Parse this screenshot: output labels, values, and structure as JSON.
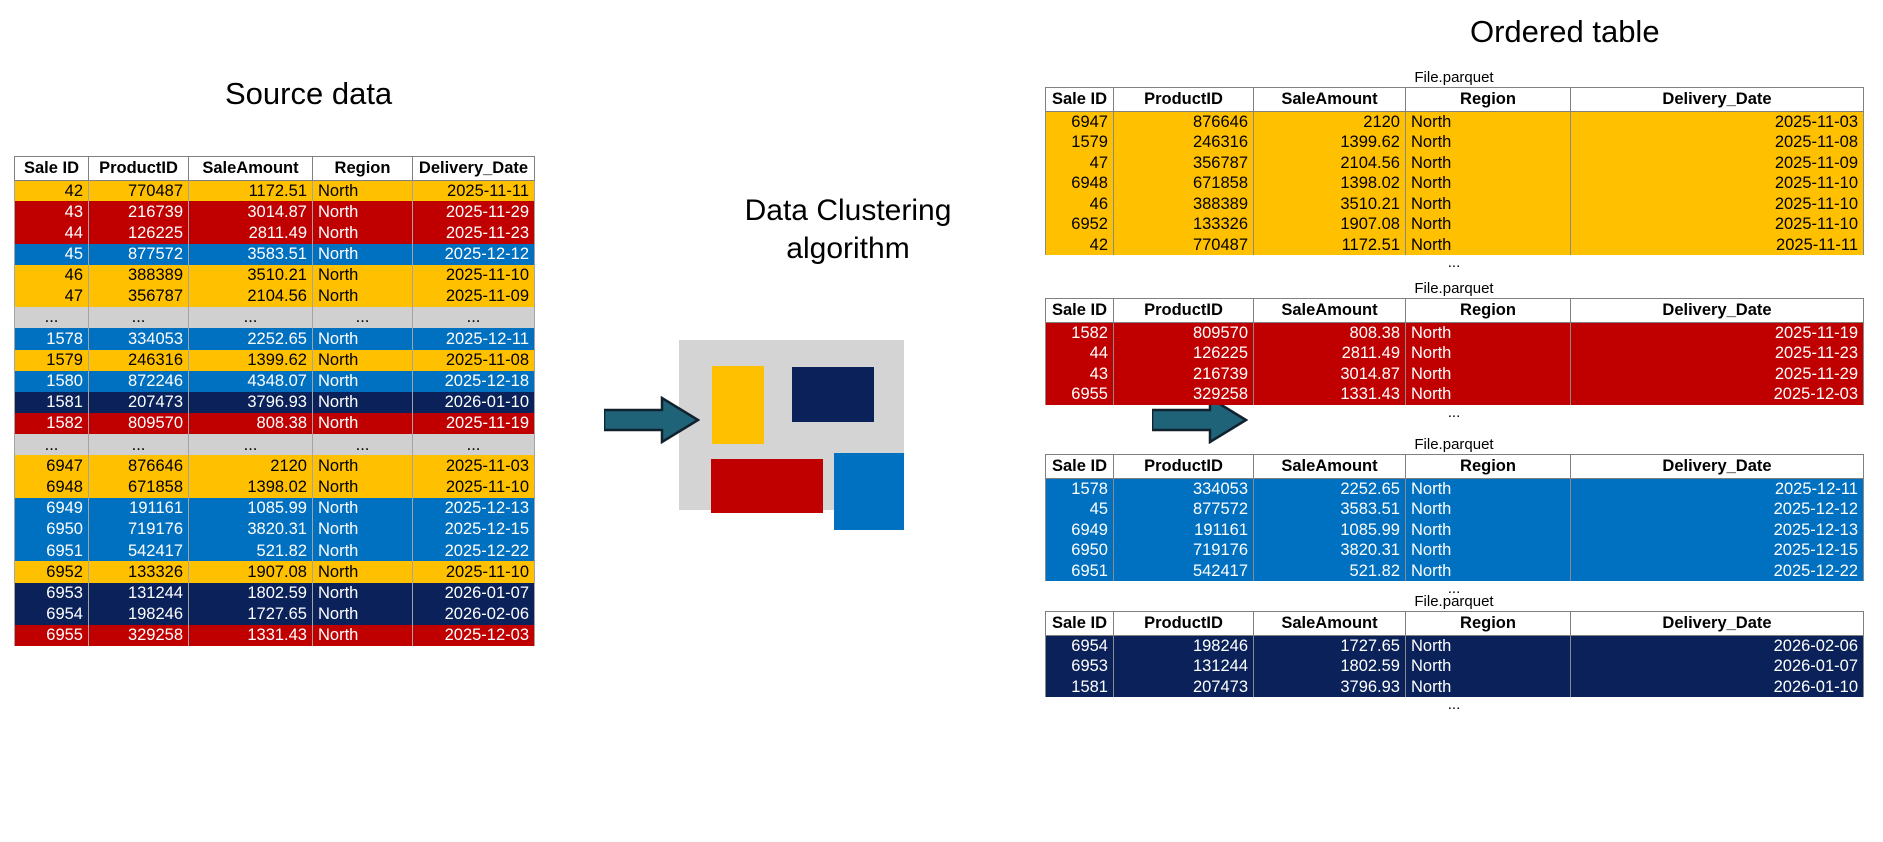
{
  "titles": {
    "source": "Source data",
    "ordered": "Ordered table"
  },
  "algorithm": {
    "label": "Data Clustering algorithm",
    "line1": "Data Clustering",
    "line2": "algorithm",
    "swatches": [
      {
        "name": "yellow",
        "color": "#FFC000"
      },
      {
        "name": "navy",
        "color": "#0A2159"
      },
      {
        "name": "red",
        "color": "#C00000"
      },
      {
        "name": "blue",
        "color": "#0070C0"
      }
    ],
    "box_color": "#D4D4D4",
    "arrow_color": "#1F6379"
  },
  "columns": [
    "Sale ID",
    "ProductID",
    "SaleAmount",
    "Region",
    "Delivery_Date"
  ],
  "ellipsis": "...",
  "file_label": "File.parquet",
  "source_table": {
    "rows": [
      {
        "color": "yellow",
        "cells": [
          "42",
          "770487",
          "1172.51",
          "North",
          "2025-11-11"
        ]
      },
      {
        "color": "red",
        "cells": [
          "43",
          "216739",
          "3014.87",
          "North",
          "2025-11-29"
        ]
      },
      {
        "color": "red",
        "cells": [
          "44",
          "126225",
          "2811.49",
          "North",
          "2025-11-23"
        ]
      },
      {
        "color": "blue",
        "cells": [
          "45",
          "877572",
          "3583.51",
          "North",
          "2025-12-12"
        ]
      },
      {
        "color": "yellow",
        "cells": [
          "46",
          "388389",
          "3510.21",
          "North",
          "2025-11-10"
        ]
      },
      {
        "color": "yellow",
        "cells": [
          "47",
          "356787",
          "2104.56",
          "North",
          "2025-11-09"
        ]
      },
      {
        "color": "gray",
        "cells": [
          "...",
          "...",
          "...",
          "...",
          "..."
        ]
      },
      {
        "color": "blue",
        "cells": [
          "1578",
          "334053",
          "2252.65",
          "North",
          "2025-12-11"
        ]
      },
      {
        "color": "yellow",
        "cells": [
          "1579",
          "246316",
          "1399.62",
          "North",
          "2025-11-08"
        ]
      },
      {
        "color": "blue",
        "cells": [
          "1580",
          "872246",
          "4348.07",
          "North",
          "2025-12-18"
        ]
      },
      {
        "color": "navy",
        "cells": [
          "1581",
          "207473",
          "3796.93",
          "North",
          "2026-01-10"
        ]
      },
      {
        "color": "red",
        "cells": [
          "1582",
          "809570",
          "808.38",
          "North",
          "2025-11-19"
        ]
      },
      {
        "color": "gray",
        "cells": [
          "...",
          "...",
          "...",
          "...",
          "..."
        ]
      },
      {
        "color": "yellow",
        "cells": [
          "6947",
          "876646",
          "2120",
          "North",
          "2025-11-03"
        ]
      },
      {
        "color": "yellow",
        "cells": [
          "6948",
          "671858",
          "1398.02",
          "North",
          "2025-11-10"
        ]
      },
      {
        "color": "blue",
        "cells": [
          "6949",
          "191161",
          "1085.99",
          "North",
          "2025-12-13"
        ]
      },
      {
        "color": "blue",
        "cells": [
          "6950",
          "719176",
          "3820.31",
          "North",
          "2025-12-15"
        ]
      },
      {
        "color": "blue",
        "cells": [
          "6951",
          "542417",
          "521.82",
          "North",
          "2025-12-22"
        ]
      },
      {
        "color": "yellow",
        "cells": [
          "6952",
          "133326",
          "1907.08",
          "North",
          "2025-11-10"
        ]
      },
      {
        "color": "navy",
        "cells": [
          "6953",
          "131244",
          "1802.59",
          "North",
          "2026-01-07"
        ]
      },
      {
        "color": "navy",
        "cells": [
          "6954",
          "198246",
          "1727.65",
          "North",
          "2026-02-06"
        ]
      },
      {
        "color": "red",
        "cells": [
          "6955",
          "329258",
          "1331.43",
          "North",
          "2025-12-03"
        ]
      }
    ]
  },
  "ordered_tables": [
    {
      "file": "File.parquet",
      "color": "yellow",
      "rows": [
        [
          "6947",
          "876646",
          "2120",
          "North",
          "2025-11-03"
        ],
        [
          "1579",
          "246316",
          "1399.62",
          "North",
          "2025-11-08"
        ],
        [
          "47",
          "356787",
          "2104.56",
          "North",
          "2025-11-09"
        ],
        [
          "6948",
          "671858",
          "1398.02",
          "North",
          "2025-11-10"
        ],
        [
          "46",
          "388389",
          "3510.21",
          "North",
          "2025-11-10"
        ],
        [
          "6952",
          "133326",
          "1907.08",
          "North",
          "2025-11-10"
        ],
        [
          "42",
          "770487",
          "1172.51",
          "North",
          "2025-11-11"
        ]
      ]
    },
    {
      "file": "File.parquet",
      "color": "red",
      "rows": [
        [
          "1582",
          "809570",
          "808.38",
          "North",
          "2025-11-19"
        ],
        [
          "44",
          "126225",
          "2811.49",
          "North",
          "2025-11-23"
        ],
        [
          "43",
          "216739",
          "3014.87",
          "North",
          "2025-11-29"
        ],
        [
          "6955",
          "329258",
          "1331.43",
          "North",
          "2025-12-03"
        ]
      ]
    },
    {
      "file": "File.parquet",
      "color": "blue",
      "rows": [
        [
          "1578",
          "334053",
          "2252.65",
          "North",
          "2025-12-11"
        ],
        [
          "45",
          "877572",
          "3583.51",
          "North",
          "2025-12-12"
        ],
        [
          "6949",
          "191161",
          "1085.99",
          "North",
          "2025-12-13"
        ],
        [
          "6950",
          "719176",
          "3820.31",
          "North",
          "2025-12-15"
        ],
        [
          "6951",
          "542417",
          "521.82",
          "North",
          "2025-12-22"
        ]
      ]
    },
    {
      "file": "File.parquet",
      "color": "navy",
      "rows": [
        [
          "6954",
          "198246",
          "1727.65",
          "North",
          "2026-02-06"
        ],
        [
          "6953",
          "131244",
          "1802.59",
          "North",
          "2026-01-07"
        ],
        [
          "1581",
          "207473",
          "3796.93",
          "North",
          "2026-01-10"
        ]
      ]
    }
  ],
  "palette": {
    "yellow": "#FFC000",
    "red": "#C00000",
    "blue": "#0070C0",
    "navy": "#0A2159",
    "gray": "#D0D0D0"
  }
}
